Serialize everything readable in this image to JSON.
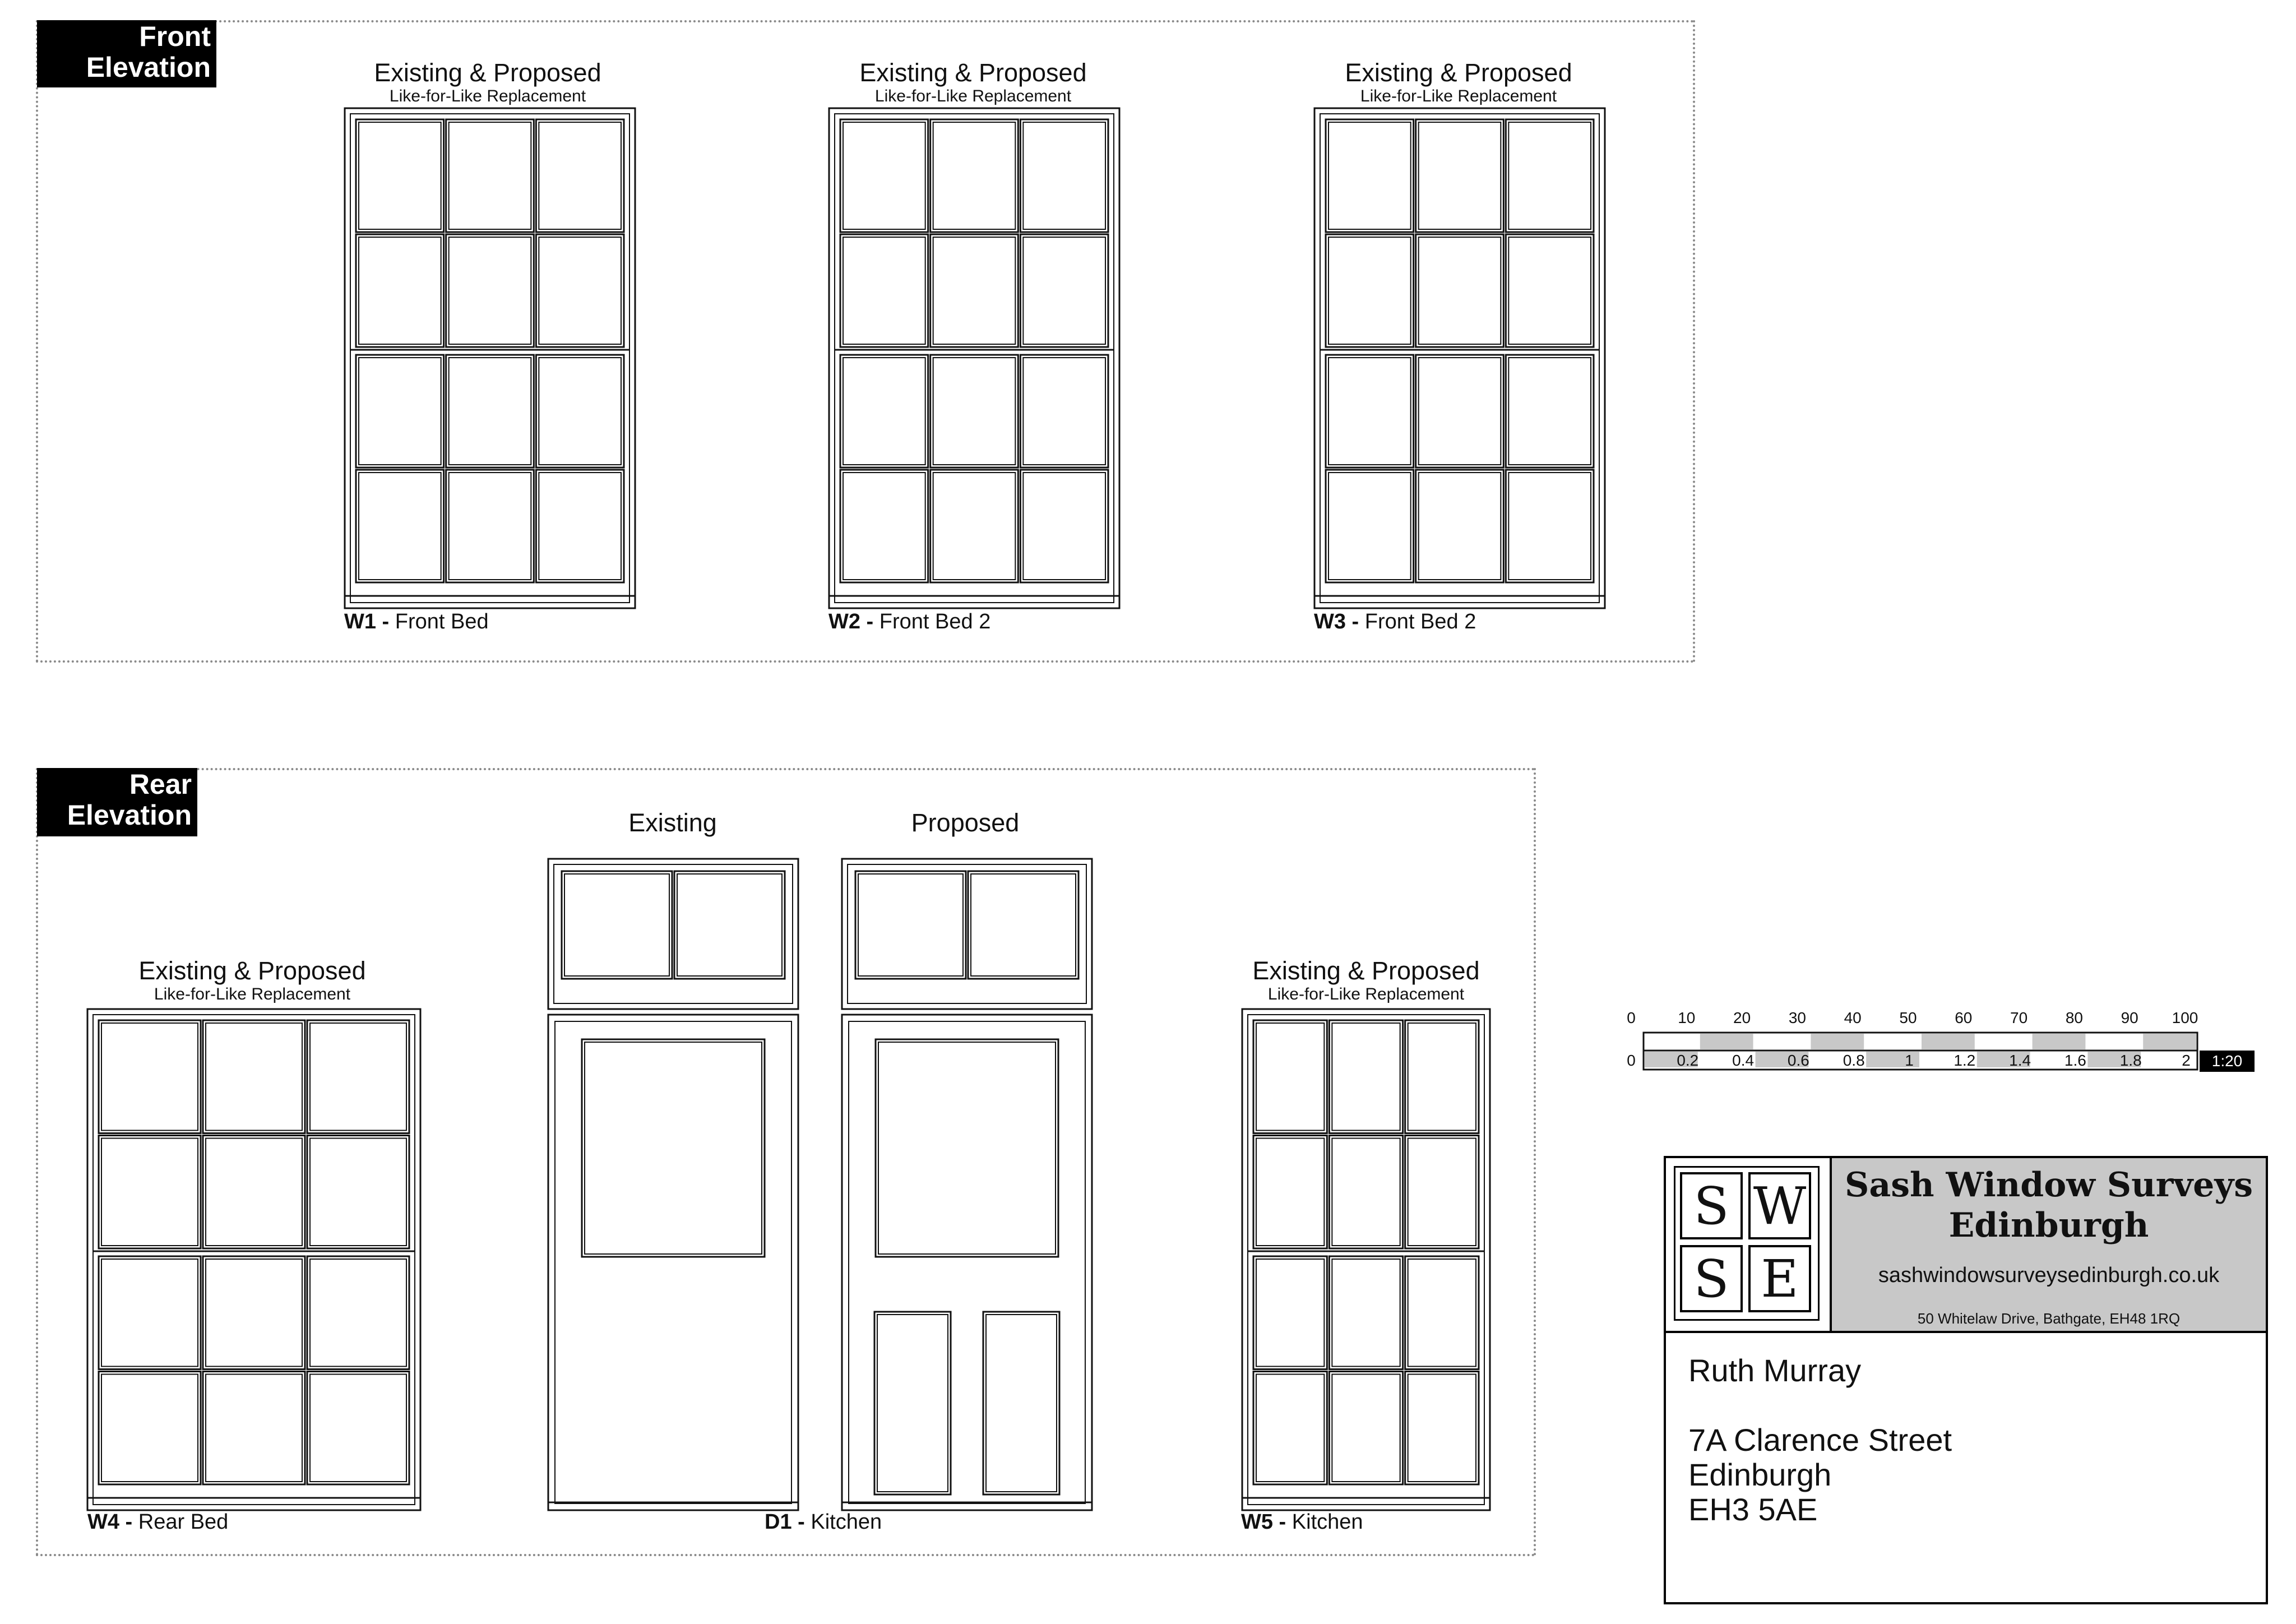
{
  "front_elevation": {
    "tag_lines": [
      "Front",
      "Elevation"
    ],
    "windows": [
      {
        "heading": "Existing & Proposed",
        "subheading": "Like-for-Like Replacement",
        "code": "W1 -",
        "room": "Front Bed"
      },
      {
        "heading": "Existing & Proposed",
        "subheading": "Like-for-Like Replacement",
        "code": "W2 -",
        "room": "Front Bed 2"
      },
      {
        "heading": "Existing & Proposed",
        "subheading": "Like-for-Like Replacement",
        "code": "W3 -",
        "room": "Front Bed 2"
      }
    ]
  },
  "rear_elevation": {
    "tag_lines": [
      "Rear",
      "Elevation"
    ],
    "w4": {
      "heading": "Existing & Proposed",
      "subheading": "Like-for-Like Replacement",
      "code": "W4 -",
      "room": "Rear Bed"
    },
    "door": {
      "existing_heading": "Existing",
      "proposed_heading": "Proposed",
      "code": "D1 -",
      "room": "Kitchen"
    },
    "w5": {
      "heading": "Existing & Proposed",
      "subheading": "Like-for-Like Replacement",
      "code": "W5 -",
      "room": "Kitchen"
    }
  },
  "scale_bar": {
    "top_ticks": [
      "0",
      "10",
      "20",
      "30",
      "40",
      "50",
      "60",
      "70",
      "80",
      "90",
      "100"
    ],
    "bottom_ticks": [
      "0",
      "0.2",
      "0.4",
      "0.6",
      "0.8",
      "1",
      "1.2",
      "1.4",
      "1.6",
      "1.8",
      "2"
    ],
    "ratio": "1:20"
  },
  "title_block": {
    "logo_letters": [
      "S",
      "W",
      "S",
      "E"
    ],
    "company_line1": "Sash Window Surveys",
    "company_line2": "Edinburgh",
    "website": "sashwindowsurveysedinburgh.co.uk",
    "company_address": "50 Whitelaw Drive, Bathgate, EH48 1RQ",
    "client_name": "Ruth Murray",
    "client_address": [
      "7A Clarence Street",
      "Edinburgh",
      "EH3 5AE"
    ]
  }
}
